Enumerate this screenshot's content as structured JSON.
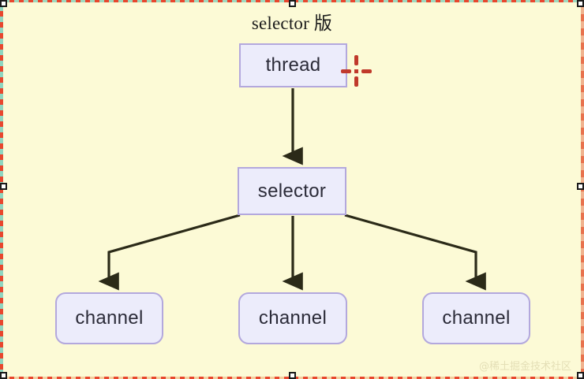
{
  "diagram": {
    "title": "selector 版",
    "background_color": "#fcfad6",
    "node_fill_color": "#ececfb",
    "node_border_color": "#b3a8dd",
    "connector_color": "#2b2a18",
    "nodes": [
      {
        "id": "thread",
        "label": "thread",
        "shape": "rect"
      },
      {
        "id": "selector",
        "label": "selector",
        "shape": "rect"
      },
      {
        "id": "channel_left",
        "label": "channel",
        "shape": "rounded-rect"
      },
      {
        "id": "channel_mid",
        "label": "channel",
        "shape": "rounded-rect"
      },
      {
        "id": "channel_right",
        "label": "channel",
        "shape": "rounded-rect"
      }
    ],
    "edges": [
      {
        "from": "thread",
        "to": "selector",
        "arrow": true
      },
      {
        "from": "selector",
        "to": "channel_left",
        "arrow": true
      },
      {
        "from": "selector",
        "to": "channel_mid",
        "arrow": true
      },
      {
        "from": "selector",
        "to": "channel_right",
        "arrow": true
      }
    ]
  },
  "cursor": {
    "name": "crosshair-marker",
    "color": "#c0392b"
  },
  "selection": {
    "active": true,
    "handle_positions": [
      "top-left",
      "top-center",
      "top-right",
      "middle-left",
      "middle-right",
      "bottom-left",
      "bottom-center",
      "bottom-right"
    ]
  },
  "watermark": {
    "text": "@稀土掘金技术社区"
  }
}
